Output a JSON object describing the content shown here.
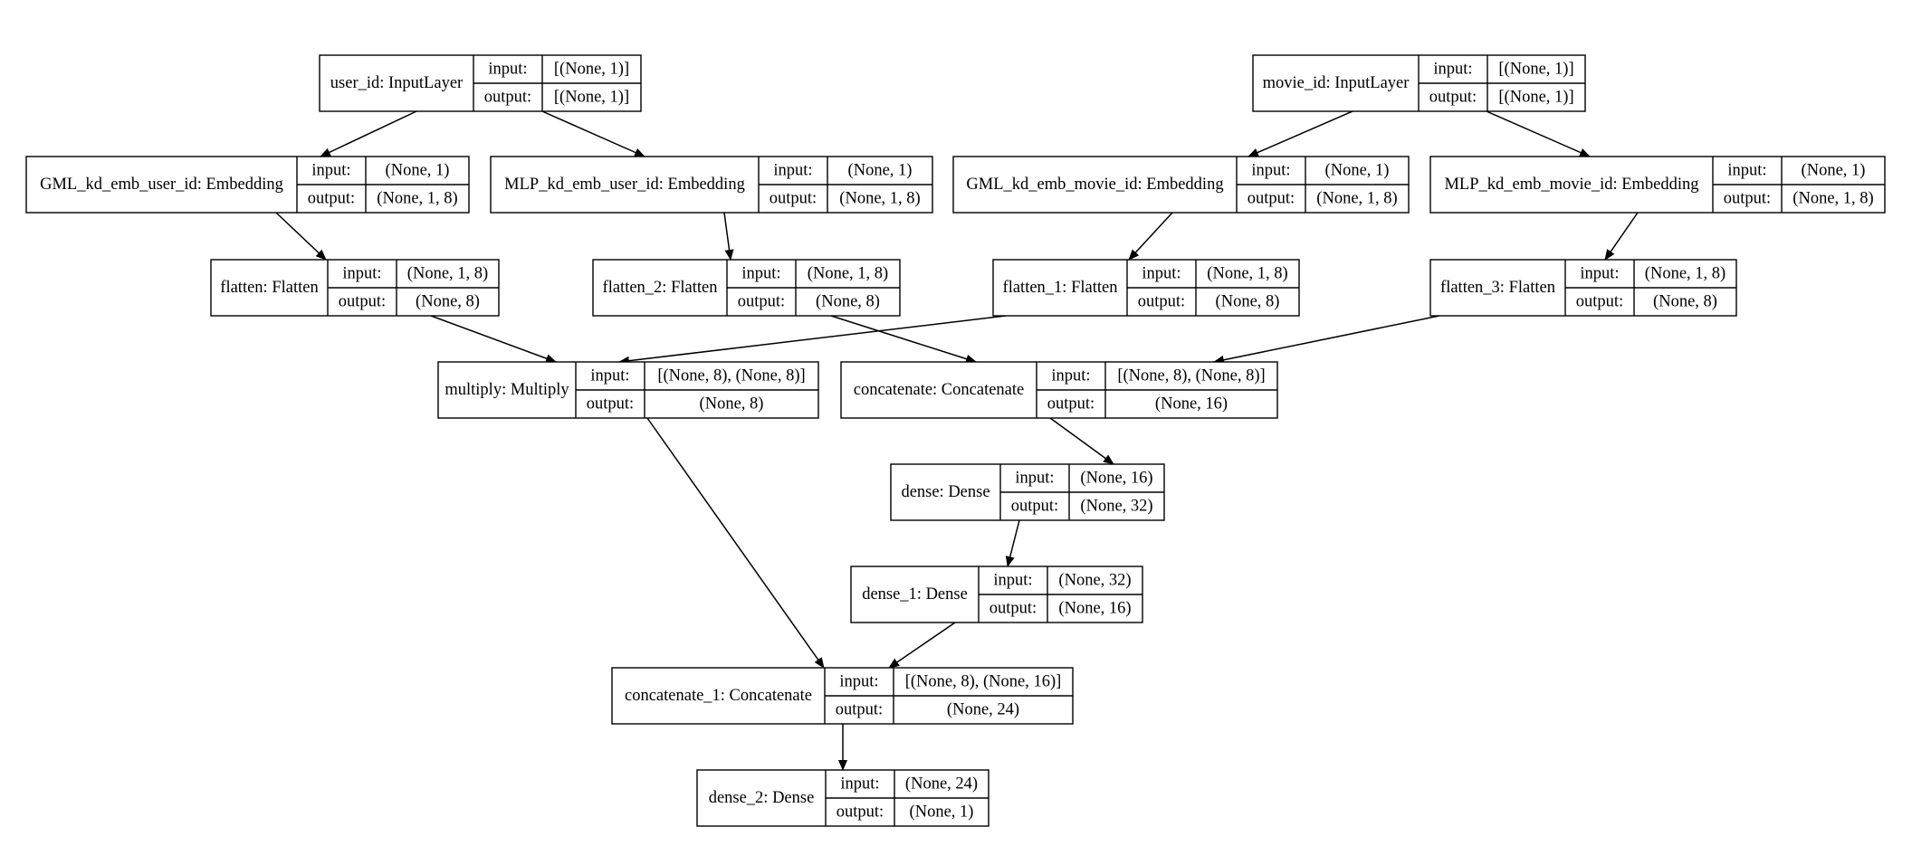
{
  "diagram": {
    "labels": {
      "input": "input:",
      "output": "output:"
    },
    "nodes": [
      {
        "id": "user_id",
        "name": "user_id: InputLayer",
        "input": "[(None, 1)]",
        "output": "[(None, 1)]"
      },
      {
        "id": "movie_id",
        "name": "movie_id: InputLayer",
        "input": "[(None, 1)]",
        "output": "[(None, 1)]"
      },
      {
        "id": "gml_user",
        "name": "GML_kd_emb_user_id: Embedding",
        "input": "(None, 1)",
        "output": "(None, 1, 8)"
      },
      {
        "id": "mlp_user",
        "name": "MLP_kd_emb_user_id: Embedding",
        "input": "(None, 1)",
        "output": "(None, 1, 8)"
      },
      {
        "id": "gml_movie",
        "name": "GML_kd_emb_movie_id: Embedding",
        "input": "(None, 1)",
        "output": "(None, 1, 8)"
      },
      {
        "id": "mlp_movie",
        "name": "MLP_kd_emb_movie_id: Embedding",
        "input": "(None, 1)",
        "output": "(None, 1, 8)"
      },
      {
        "id": "flatten",
        "name": "flatten: Flatten",
        "input": "(None, 1, 8)",
        "output": "(None, 8)"
      },
      {
        "id": "flatten_2",
        "name": "flatten_2: Flatten",
        "input": "(None, 1, 8)",
        "output": "(None, 8)"
      },
      {
        "id": "flatten_1",
        "name": "flatten_1: Flatten",
        "input": "(None, 1, 8)",
        "output": "(None, 8)"
      },
      {
        "id": "flatten_3",
        "name": "flatten_3: Flatten",
        "input": "(None, 1, 8)",
        "output": "(None, 8)"
      },
      {
        "id": "multiply",
        "name": "multiply: Multiply",
        "input": "[(None, 8), (None, 8)]",
        "output": "(None, 8)"
      },
      {
        "id": "concatenate",
        "name": "concatenate: Concatenate",
        "input": "[(None, 8), (None, 8)]",
        "output": "(None, 16)"
      },
      {
        "id": "dense",
        "name": "dense: Dense",
        "input": "(None, 16)",
        "output": "(None, 32)"
      },
      {
        "id": "dense_1",
        "name": "dense_1: Dense",
        "input": "(None, 32)",
        "output": "(None, 16)"
      },
      {
        "id": "concatenate_1",
        "name": "concatenate_1: Concatenate",
        "input": "[(None, 8), (None, 16)]",
        "output": "(None, 24)"
      },
      {
        "id": "dense_2",
        "name": "dense_2: Dense",
        "input": "(None, 24)",
        "output": "(None, 1)"
      }
    ],
    "edges": [
      {
        "from": "user_id",
        "to": "gml_user"
      },
      {
        "from": "user_id",
        "to": "mlp_user"
      },
      {
        "from": "movie_id",
        "to": "gml_movie"
      },
      {
        "from": "movie_id",
        "to": "mlp_movie"
      },
      {
        "from": "gml_user",
        "to": "flatten"
      },
      {
        "from": "mlp_user",
        "to": "flatten_2"
      },
      {
        "from": "gml_movie",
        "to": "flatten_1"
      },
      {
        "from": "mlp_movie",
        "to": "flatten_3"
      },
      {
        "from": "flatten",
        "to": "multiply"
      },
      {
        "from": "flatten_1",
        "to": "multiply"
      },
      {
        "from": "flatten_2",
        "to": "concatenate"
      },
      {
        "from": "flatten_3",
        "to": "concatenate"
      },
      {
        "from": "concatenate",
        "to": "dense"
      },
      {
        "from": "dense",
        "to": "dense_1"
      },
      {
        "from": "multiply",
        "to": "concatenate_1"
      },
      {
        "from": "dense_1",
        "to": "concatenate_1"
      },
      {
        "from": "concatenate_1",
        "to": "dense_2"
      }
    ]
  }
}
